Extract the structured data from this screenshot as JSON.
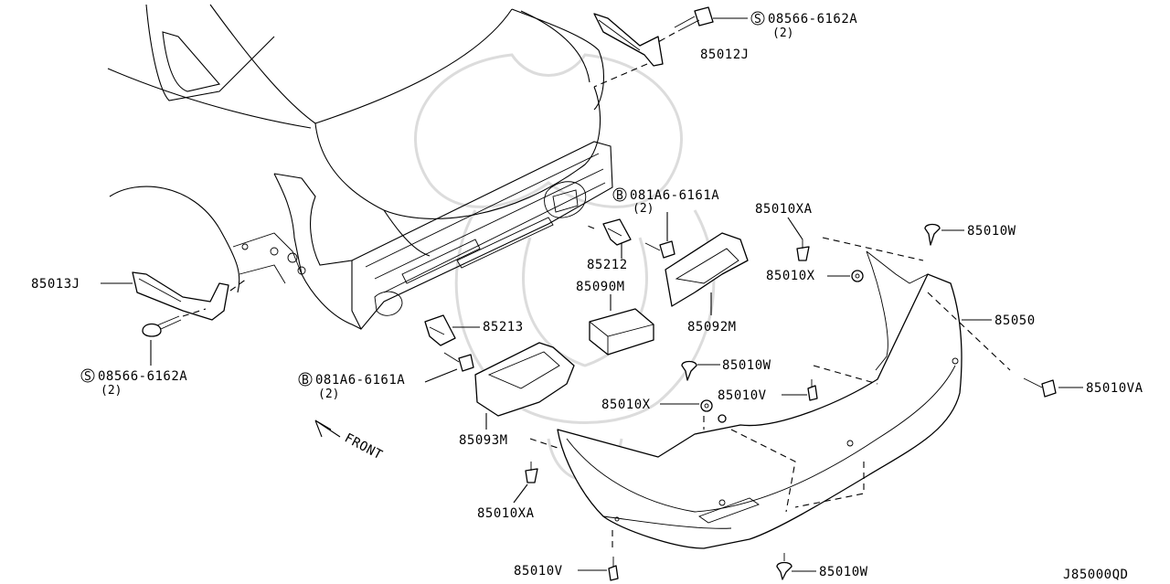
{
  "callouts": {
    "screw_top_right": {
      "symbol": "S",
      "number": "08566-6162A",
      "qty": "(2)"
    },
    "bracket_top": "85012J",
    "bolt_upper": {
      "symbol": "B",
      "number": "081A6-6161A",
      "qty": "(2)"
    },
    "bracket_left": "85013J",
    "screw_left": {
      "symbol": "S",
      "number": "08566-6162A",
      "qty": "(2)"
    },
    "bolt_lower": {
      "symbol": "B",
      "number": "081A6-6161A",
      "qty": "(2)"
    },
    "retainer_upper": "85212",
    "retainer_lower": "85213",
    "absorber_center": "85090M",
    "absorber_right": "85092M",
    "absorber_left": "85093M",
    "clip_xa_top": "85010XA",
    "clip_x_top": "85010X",
    "clip_w_top": "85010W",
    "bumper_fascia": "85050",
    "clip_va": "85010VA",
    "clip_w_mid": "85010W",
    "clip_v_mid": "85010V",
    "clip_x_mid": "85010X",
    "clip_xa_bottom": "85010XA",
    "clip_v_bottom": "85010V",
    "clip_w_bottom": "85010W",
    "front_label": "FRONT"
  },
  "diagram_code": "J85000QD",
  "icons": {
    "direction_arrow": "front-arrow-icon",
    "circled_letter": "circled-letter-icon"
  }
}
